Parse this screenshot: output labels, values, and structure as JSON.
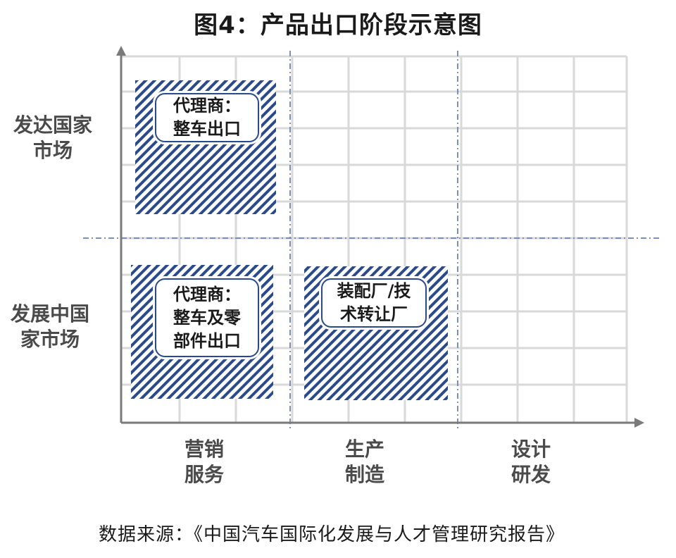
{
  "title": "图4：产品出口阶段示意图",
  "rows": [
    {
      "label": "发达国家\n市场"
    },
    {
      "label": "发展中国\n家市场"
    }
  ],
  "columns": [
    {
      "label": "营销\n服务"
    },
    {
      "label": "生产\n制造"
    },
    {
      "label": "设计\n研发"
    }
  ],
  "cells": [
    {
      "row": 0,
      "col": 0,
      "text": "代理商：\n整车出口"
    },
    {
      "row": 1,
      "col": 0,
      "text": "代理商：\n整车及零\n部件出口"
    },
    {
      "row": 1,
      "col": 1,
      "text": "装配厂/技\n术转让厂"
    }
  ],
  "source": "数据来源：《中国汽车国际化发展与人才管理研究报告》",
  "colors": {
    "hatch": "#2b4a8c",
    "grid": "#d9d9d9",
    "axis": "#7a7a7a",
    "divider": "#7b8fb8"
  }
}
